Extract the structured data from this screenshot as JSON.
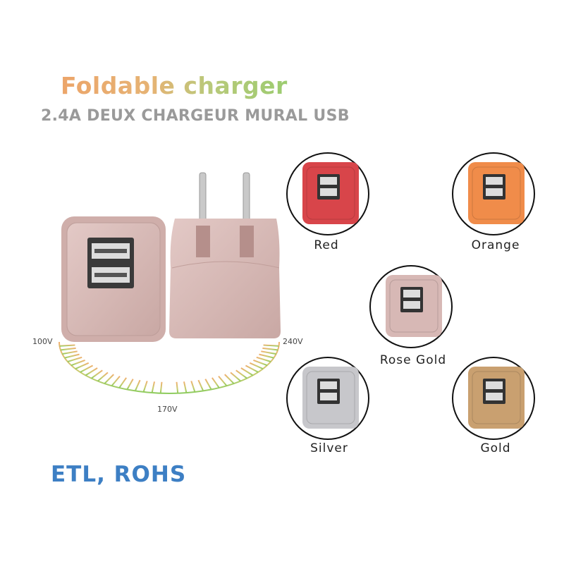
{
  "header": {
    "title": "Foldable charger",
    "subtitle": "2.4A DEUX CHARGEUR MURAL USB"
  },
  "voltage": {
    "min": "100V",
    "mid": "170V",
    "max": "240V"
  },
  "colors": [
    {
      "label": "Red",
      "hex": "#d8454a"
    },
    {
      "label": "Orange",
      "hex": "#f08c4a"
    },
    {
      "label": "Rose Gold",
      "hex": "#d7b8b5"
    },
    {
      "label": "Silver",
      "hex": "#c7c7cb"
    },
    {
      "label": "Gold",
      "hex": "#c9a070"
    }
  ],
  "certification": "ETL, ROHS"
}
